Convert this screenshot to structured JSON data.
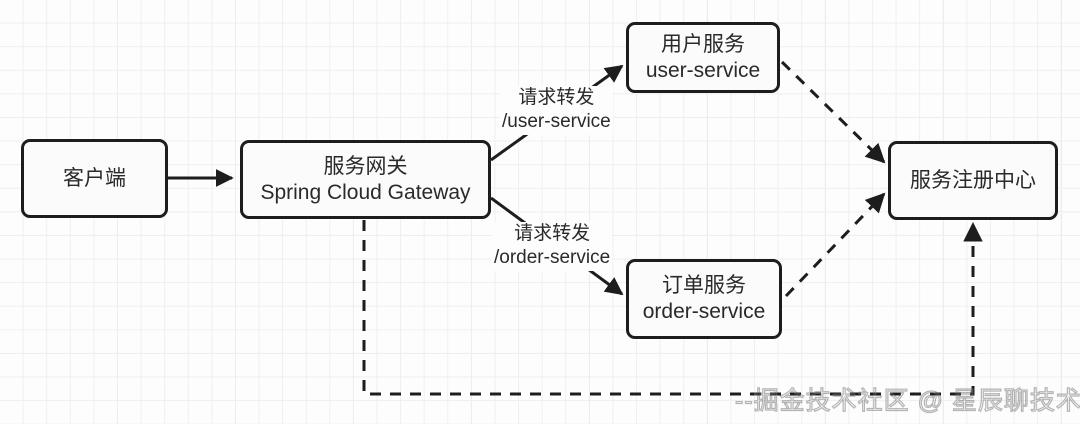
{
  "diagram": {
    "title": "Spring Cloud Gateway service routing architecture",
    "colors": {
      "node_fill": "#fbfbfb",
      "node_stroke": "#1d1d1d",
      "text": "#2a2a2a",
      "grid_minor": "#efefef",
      "grid_major": "#e2e2e2",
      "background": "#fdfdfd"
    },
    "nodes": [
      {
        "id": "client",
        "line1": "客户端",
        "line2": ""
      },
      {
        "id": "gateway",
        "line1": "服务网关",
        "line2": "Spring Cloud Gateway"
      },
      {
        "id": "user",
        "line1": "用户服务",
        "line2": "user-service"
      },
      {
        "id": "order",
        "line1": "订单服务",
        "line2": "order-service"
      },
      {
        "id": "registry",
        "line1": "服务注册中心",
        "line2": ""
      }
    ],
    "edge_labels": [
      {
        "id": "to-user",
        "line1": "请求转发",
        "line2": "/user-service"
      },
      {
        "id": "to-order",
        "line1": "请求转发",
        "line2": "/order-service"
      }
    ],
    "watermark": "--掘金技术社区 @ 星辰聊技术"
  }
}
